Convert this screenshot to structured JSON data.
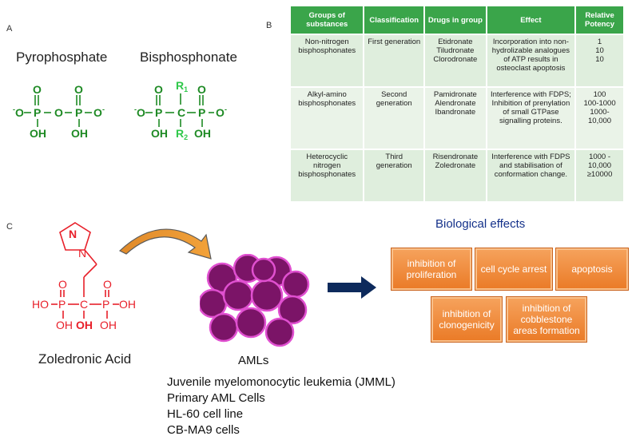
{
  "panels": {
    "a": "A",
    "b": "B",
    "c": "C"
  },
  "molecules": {
    "pyrophosphate": "Pyrophosphate",
    "bisphosphonate": "Bisphosphonate",
    "zoledronic": "Zoledronic Acid"
  },
  "table": {
    "headers": [
      "Groups of substances",
      "Classification",
      "Drugs in group",
      "Effect",
      "Relative Potency"
    ],
    "rows": [
      {
        "group": "Non-nitrogen bisphosphonates",
        "classification": "First generation",
        "drugs": "Etidronate\nTiludronate\nClorodronate",
        "effect": "Incorporation into non-hydrolizable analogues of ATP results in osteoclast apoptosis",
        "potency": "1\n10\n10"
      },
      {
        "group": "Alkyl-amino bisphosphonates",
        "classification": "Second generation",
        "drugs": "Pamidronate\nAlendronate\nIbandronate",
        "effect": "Interference with FDPS;\nInhibition of prenylation of small GTPase signalling proteins.",
        "potency": "100\n100-1000\n1000-\n10,000"
      },
      {
        "group": "Heterocyclic nitrogen bisphosphonates",
        "classification": "Third generation",
        "drugs": "Risendronate\nZoledronate",
        "effect": "Interference with FDPS and stabilisation of conformation change.",
        "potency": "1000 -\n10,000\n≥10000"
      }
    ]
  },
  "aml": {
    "label": "AMLs",
    "lines": [
      "Juvenile myelomonocytic leukemia (JMML)",
      "Primary AML Cells",
      "HL-60 cell line",
      "CB-MA9 cells"
    ]
  },
  "effects": {
    "title": "Biological effects",
    "boxes": [
      "inhibition of\nproliferation",
      "cell cycle arrest",
      "apoptosis",
      "inhibition of\nclonogenicity",
      "inhibition of\ncobblestone\nareas formation"
    ]
  },
  "colors": {
    "green": "#1e8a24",
    "lightGreen": "#2fc84a",
    "red": "#e8202a",
    "cellFill": "#7b1467",
    "cellEdge": "#e050d0",
    "navy": "#0d2a5c",
    "orange": "#ea7a26"
  }
}
